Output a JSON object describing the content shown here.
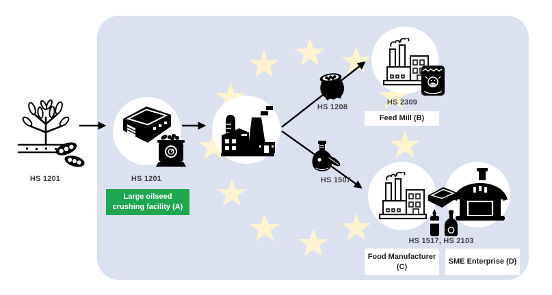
{
  "colors": {
    "panel": "#dce1f0",
    "star": "#fdf3cf",
    "green": "#1ea750",
    "hs": "#404040",
    "node": "#ffffff",
    "arrow": "#000000",
    "icon": "#000000"
  },
  "nodes": {
    "farm": {
      "hs": "HS 1201"
    },
    "crusher": {
      "hs": "HS 1201",
      "label": "Large oilseed crushing facility (A)"
    },
    "feed_mill": {
      "hs": "HS 2309",
      "label": "Feed Mill (B)"
    },
    "food_manufacturer": {
      "hs": "HS 1517, HS 2103",
      "label": "Food Manufacturer (C)"
    },
    "sme": {
      "label": "SME Enterprise (D)"
    }
  },
  "flows": {
    "meal": {
      "hs": "HS 1208"
    },
    "oil": {
      "hs": "HS 1507"
    }
  },
  "icons": {
    "soybean-plant-icon": "outline soybean plant with pods on soil line",
    "warehouse-icon": "solid isometric warehouse",
    "oilseed-press-icon": "seed press machine with gauge",
    "factory-icon": "solid factory with silo and smokestack",
    "feed-mill-factory-icon": "outline factory with two smokestacks",
    "feed-bag-icon": "feed bag with cow face",
    "meal-sack-icon": "open sack of oilseed meal",
    "oil-bottle-icon": "oil bottle with leaf",
    "food-factory-icon": "outline factory with two smokestacks",
    "margarine-tub-icon": "margarine tub",
    "sauce-bottles-icon": "two condiment bottles",
    "barn-icon": "solid barn building",
    "eu-star-icon": "five-pointed EU star"
  }
}
